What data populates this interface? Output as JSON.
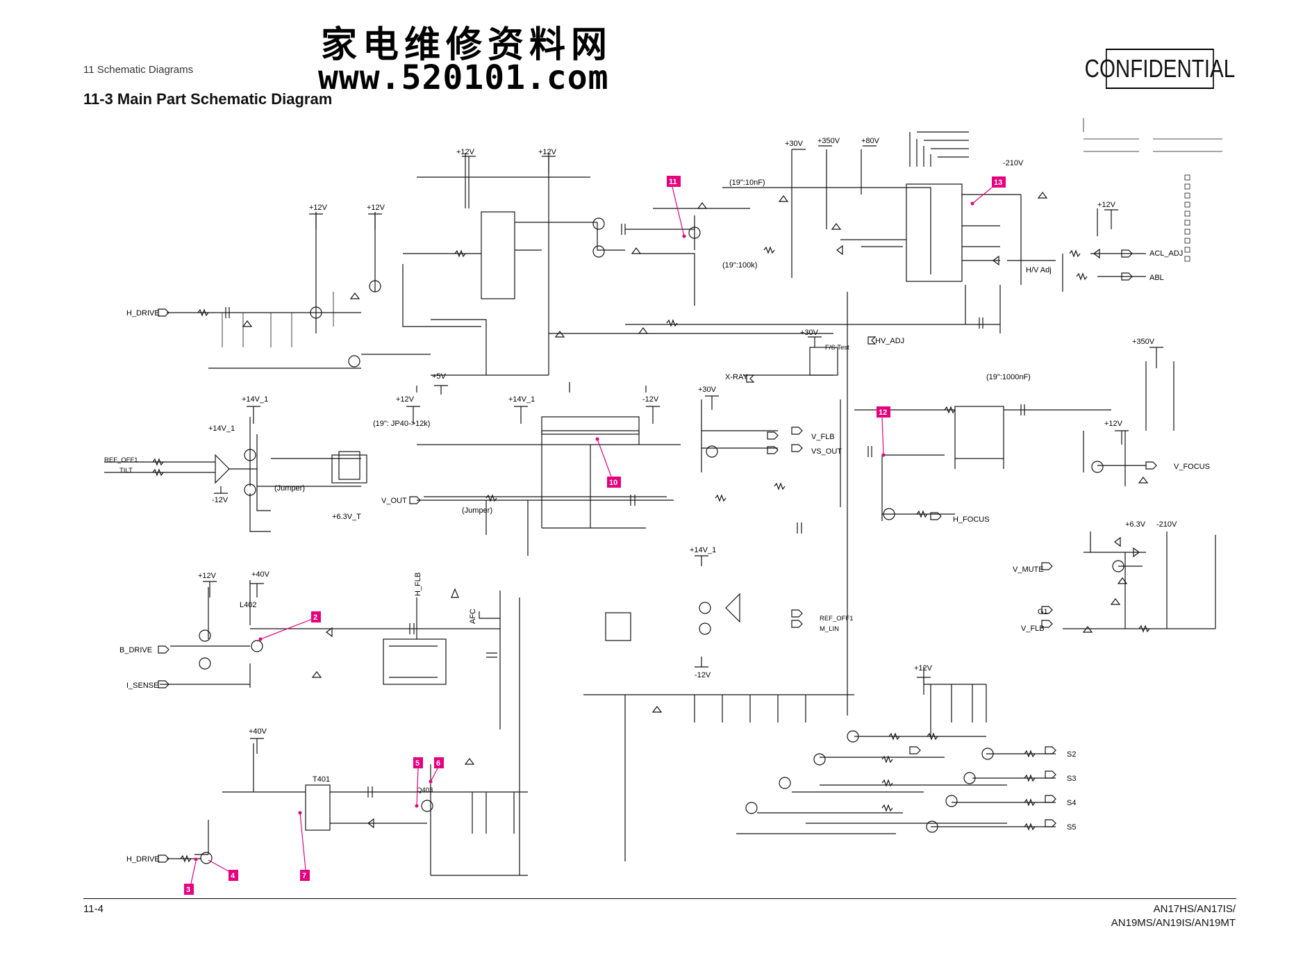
{
  "header": {
    "section": "11 Schematic Diagrams",
    "title": "11-3  Main Part Schematic Diagram",
    "watermark_cn": "家电维修资料网",
    "watermark_url": "www.520101.com",
    "badge": "CONFIDENTIAL"
  },
  "footer": {
    "page": "11-4",
    "models_line1": "AN17HS/AN17IS/",
    "models_line2": "AN19MS/AN19IS/AN19MT"
  },
  "supply_labels": {
    "p12v": "+12V",
    "p14v1": "+14V_1",
    "m12v": "-12V",
    "p5v": "+5V",
    "p30v": "+30V",
    "p40v": "+40V",
    "p350v": "+350V",
    "p80v": "+80V",
    "m210v": "-210V",
    "p6v3": "+6.3V",
    "p6v3t": "+6.3V_T"
  },
  "signals": {
    "h_drive": "H_DRIVE",
    "b_drive": "B_DRIVE",
    "i_sense": "I_SENSE",
    "ref_off1": "REF_OFF1",
    "tilt": "TILT",
    "v_out": "V_OUT",
    "x_ray": "X-RAY",
    "v_flb": "V_FLB",
    "vs_out": "VS_OUT",
    "hv_adj": "HV_ADJ",
    "acl_adj": "ACL_ADJ",
    "abl": "ABL",
    "hv_adj2": "H/V Adj",
    "v_focus": "V_FOCUS",
    "h_focus": "H_FOCUS",
    "v_mute": "V_MUTE",
    "g1": "G1",
    "h_flb": "H_FLB",
    "afc": "AFC",
    "m_lin": "M_LIN",
    "s2": "S2",
    "s3": "S3",
    "s4": "S4",
    "s5": "S5",
    "fs_test": "F/S Test"
  },
  "annotations": {
    "nf10": "(19\":10nF)",
    "k100": "(19\":100k)",
    "nf1000": "(19\":1000nF)",
    "jp40": "(19\": JP40->12k)",
    "jumper": "(Jumper)",
    "l402": "L402",
    "t401": "T401",
    "q403": "Q403"
  },
  "markers": [
    "2",
    "3",
    "4",
    "5",
    "6",
    "7",
    "10",
    "11",
    "12",
    "13"
  ]
}
